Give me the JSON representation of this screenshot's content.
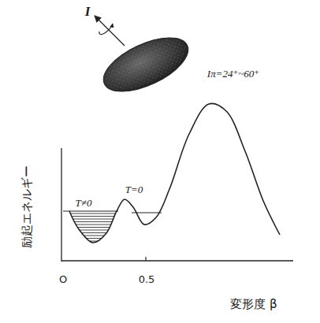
{
  "diagram": {
    "labels": [
      "I",
      "Iπ=24⁺~60⁺",
      "T≠0",
      "T=0",
      "励起エネルギー",
      "O",
      "0.5",
      "変形度 β"
    ]
  }
}
